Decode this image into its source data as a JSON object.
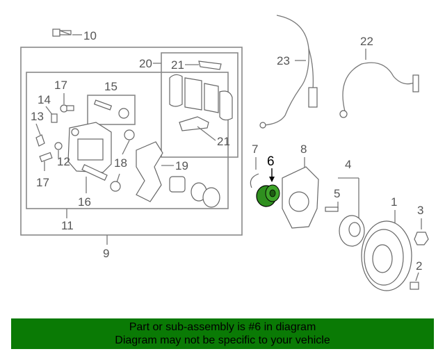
{
  "diagram": {
    "callouts": [
      "10",
      "20",
      "21",
      "21",
      "17",
      "15",
      "14",
      "13",
      "12",
      "18",
      "17",
      "16",
      "19",
      "11",
      "9",
      "7",
      "6",
      "8",
      "4",
      "5",
      "1",
      "3",
      "2",
      "23",
      "22"
    ],
    "highlight_color": "#2f8f1f",
    "banner_color": "#0a7a05"
  },
  "banner": {
    "line1": "Part or sub-assembly is #6 in diagram",
    "line2": "Diagram may not be specific to your vehicle"
  }
}
